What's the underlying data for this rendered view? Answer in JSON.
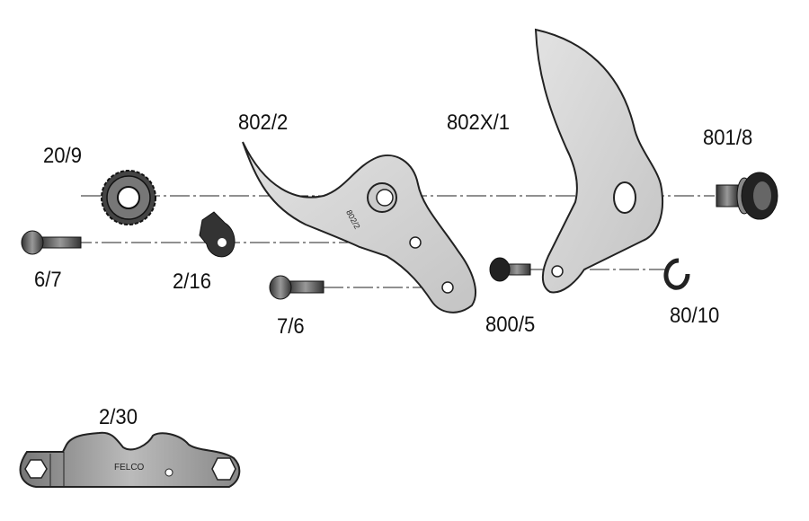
{
  "diagram": {
    "parts": [
      {
        "id": "p-20-9",
        "label": "20/9"
      },
      {
        "id": "p-802-2",
        "label": "802/2"
      },
      {
        "id": "p-802x-1",
        "label": "802X/1"
      },
      {
        "id": "p-801-8",
        "label": "801/8"
      },
      {
        "id": "p-6-7",
        "label": "6/7"
      },
      {
        "id": "p-2-16",
        "label": "2/16"
      },
      {
        "id": "p-7-6",
        "label": "7/6"
      },
      {
        "id": "p-800-5",
        "label": "800/5"
      },
      {
        "id": "p-80-10",
        "label": "80/10"
      },
      {
        "id": "p-2-30",
        "label": "2/30"
      }
    ],
    "blade_engraving": "802/2",
    "wrench_logo": "FELCO"
  }
}
